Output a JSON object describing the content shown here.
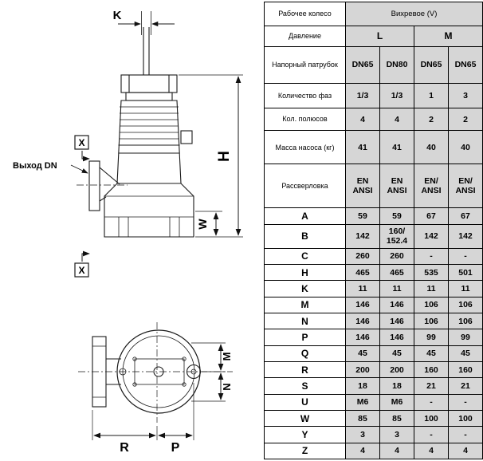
{
  "colors": {
    "cell_bg": "#d6d6d6",
    "line": "#1a1a1a"
  },
  "drawing": {
    "outlet_label": "Выход DN",
    "labels": {
      "k": "K",
      "h": "H",
      "w": "W",
      "x_top": "X",
      "x_bottom": "X",
      "m": "M",
      "n": "N",
      "r": "R",
      "p": "P"
    }
  },
  "table": {
    "impeller_label": "Рабочее колесо",
    "impeller_value": "Вихревое (V)",
    "pressure_label": "Давление",
    "pressure_values": [
      "L",
      "M"
    ],
    "spec_rows": [
      {
        "label": "Напорный патрубок",
        "values": [
          "DN65",
          "DN80",
          "DN65",
          "DN65"
        ]
      },
      {
        "label": "Количество фаз",
        "values": [
          "1/3",
          "1/3",
          "1",
          "3"
        ]
      },
      {
        "label": "Кол. полюсов",
        "values": [
          "4",
          "4",
          "2",
          "2"
        ]
      },
      {
        "label": "Масса насоса (кг)",
        "values": [
          "41",
          "41",
          "40",
          "40"
        ]
      },
      {
        "label": "Рассверловка",
        "values": [
          "EN ANSI",
          "EN ANSI",
          "EN/ ANSI",
          "EN/ ANSI"
        ]
      }
    ],
    "dim_rows": [
      {
        "label": "A",
        "values": [
          "59",
          "59",
          "67",
          "67"
        ]
      },
      {
        "label": "B",
        "values": [
          "142",
          "160/ 152.4",
          "142",
          "142"
        ]
      },
      {
        "label": "C",
        "values": [
          "260",
          "260",
          "-",
          "-"
        ]
      },
      {
        "label": "H",
        "values": [
          "465",
          "465",
          "535",
          "501"
        ]
      },
      {
        "label": "K",
        "values": [
          "11",
          "11",
          "11",
          "11"
        ]
      },
      {
        "label": "M",
        "values": [
          "146",
          "146",
          "106",
          "106"
        ]
      },
      {
        "label": "N",
        "values": [
          "146",
          "146",
          "106",
          "106"
        ]
      },
      {
        "label": "P",
        "values": [
          "146",
          "146",
          "99",
          "99"
        ]
      },
      {
        "label": "Q",
        "values": [
          "45",
          "45",
          "45",
          "45"
        ]
      },
      {
        "label": "R",
        "values": [
          "200",
          "200",
          "160",
          "160"
        ]
      },
      {
        "label": "S",
        "values": [
          "18",
          "18",
          "21",
          "21"
        ]
      },
      {
        "label": "U",
        "values": [
          "M6",
          "M6",
          "-",
          "-"
        ]
      },
      {
        "label": "W",
        "values": [
          "85",
          "85",
          "100",
          "100"
        ]
      },
      {
        "label": "Y",
        "values": [
          "3",
          "3",
          "-",
          "-"
        ]
      },
      {
        "label": "Z",
        "values": [
          "4",
          "4",
          "4",
          "4"
        ]
      }
    ]
  }
}
